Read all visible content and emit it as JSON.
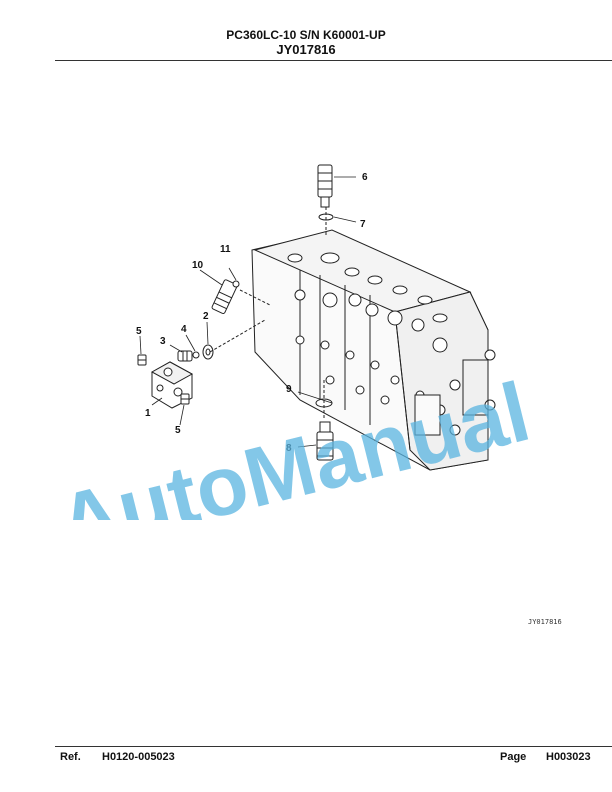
{
  "header": {
    "title": "PC360LC-10 S/N K60001-UP",
    "illustration_id": "JY017816"
  },
  "diagram": {
    "callouts": [
      "1",
      "2",
      "3",
      "4",
      "5",
      "5",
      "6",
      "7",
      "8",
      "9",
      "10",
      "11"
    ],
    "drawing_code": "JY017816"
  },
  "watermark": {
    "text": "AutoManual",
    "color": "#5ab4e0"
  },
  "footer": {
    "ref_label": "Ref.",
    "ref_value": "H0120-005023",
    "page_label": "Page",
    "page_value": "H003023"
  }
}
